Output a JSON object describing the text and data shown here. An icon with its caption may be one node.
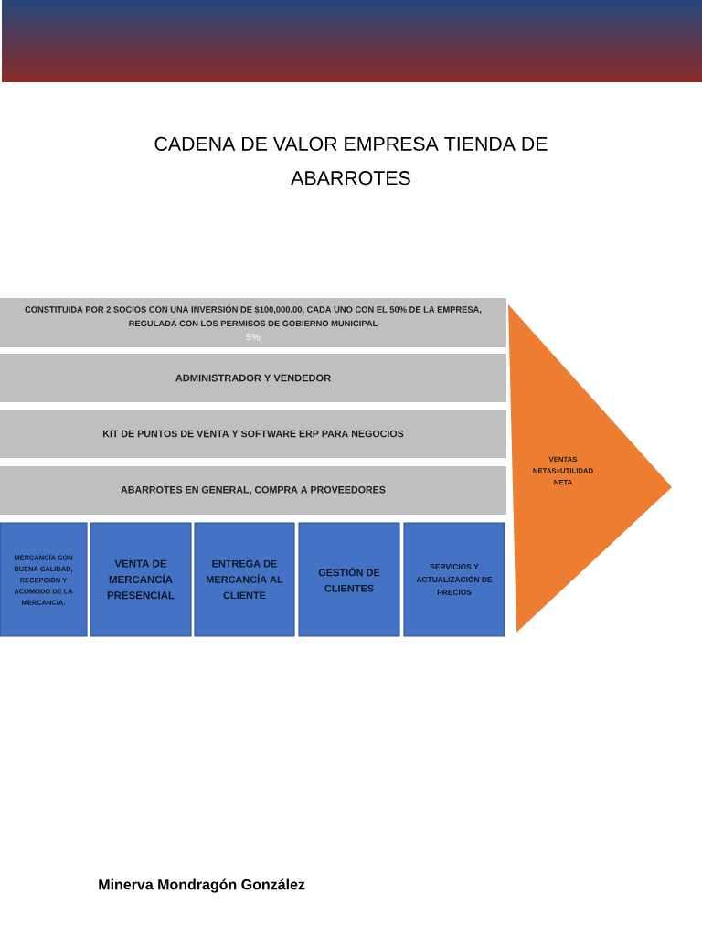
{
  "diagram": {
    "title": "CADENA DE VALOR EMPRESA TIENDA DE ABARROTES",
    "nodes": [
      {
        "text": [
          "CONSTITUIDA POR 2 SOCIOS CON UNA INVERSIÓN DE $100,000.00, CADA UNO CON EL 50% DE LA EMPRESA, REGULADA CON LOS PERMISOS DE GOBIERNO MUNICIPAL",
          "5%"
        ]
      },
      {
        "text": [
          "ADMINISTRADOR Y VENDEDOR"
        ]
      },
      {
        "text": [
          "KIT DE PUNTOS DE VENTA Y SOFTWARE ERP PARA NEGOCIOS"
        ]
      },
      {
        "text": [
          "ABARROTES EN GENERAL, COMPRA A PROVEEDORES"
        ]
      },
      {
        "text": [
          "MERCANCÍA CON BUENA CALIDAD, RECEPCIÓN Y ACOMODO DE LA MERCANCÍA."
        ]
      },
      {
        "text": [
          "VENTA DE MERCANCÍA PRESENCIAL"
        ]
      },
      {
        "text": [
          "ENTREGA DE MERCANCÍA AL CLIENTE"
        ]
      },
      {
        "text": [
          "GESTIÓN DE CLIENTES"
        ]
      },
      {
        "text": [
          "SERVICIOS Y ACTUALIZACIÓN DE PRECIOS"
        ]
      },
      {
        "text": [
          "VENTAS NETAS=UTILIDAD NETA"
        ]
      }
    ],
    "labels": [
      "Minerva Mondragón González"
    ]
  }
}
